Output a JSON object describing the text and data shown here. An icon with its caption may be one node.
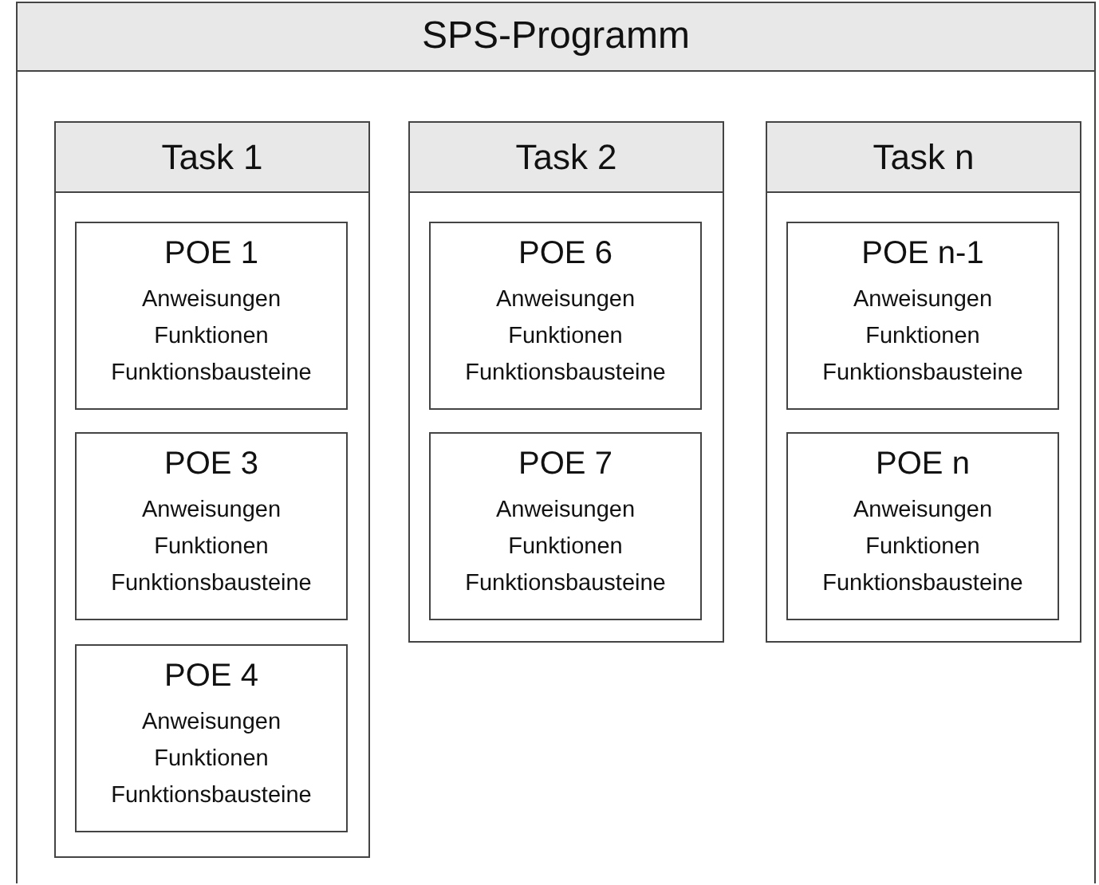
{
  "diagram": {
    "nodes": [
      {
        "text": [
          "SPS-Programm"
        ]
      },
      {
        "text": [
          "Task 1"
        ],
        "in": 0
      },
      {
        "text": [
          "POE 1",
          "Anweisungen Funktionen Funktionsbausteine"
        ],
        "in": 1
      },
      {
        "text": [
          "POE 3",
          "Anweisungen Funktionen Funktionsbausteine"
        ],
        "in": 1
      },
      {
        "text": [
          "POE 4",
          "Anweisungen Funktionen Funktionsbausteine"
        ],
        "in": 1
      },
      {
        "text": [
          "Task 2"
        ],
        "in": 0
      },
      {
        "text": [
          "POE 6",
          "Anweisungen Funktionen Funktionsbausteine"
        ],
        "in": 5
      },
      {
        "text": [
          "POE 7",
          "Anweisungen Funktionen Funktionsbausteine"
        ],
        "in": 5
      },
      {
        "text": [
          "Task n"
        ],
        "in": 0
      },
      {
        "text": [
          "POE n-1",
          "Anweisungen Funktionen Funktionsbausteine"
        ],
        "in": 8
      },
      {
        "text": [
          "POE n",
          "Anweisungen Funktionen Funktionsbausteine"
        ],
        "in": 8
      }
    ]
  }
}
